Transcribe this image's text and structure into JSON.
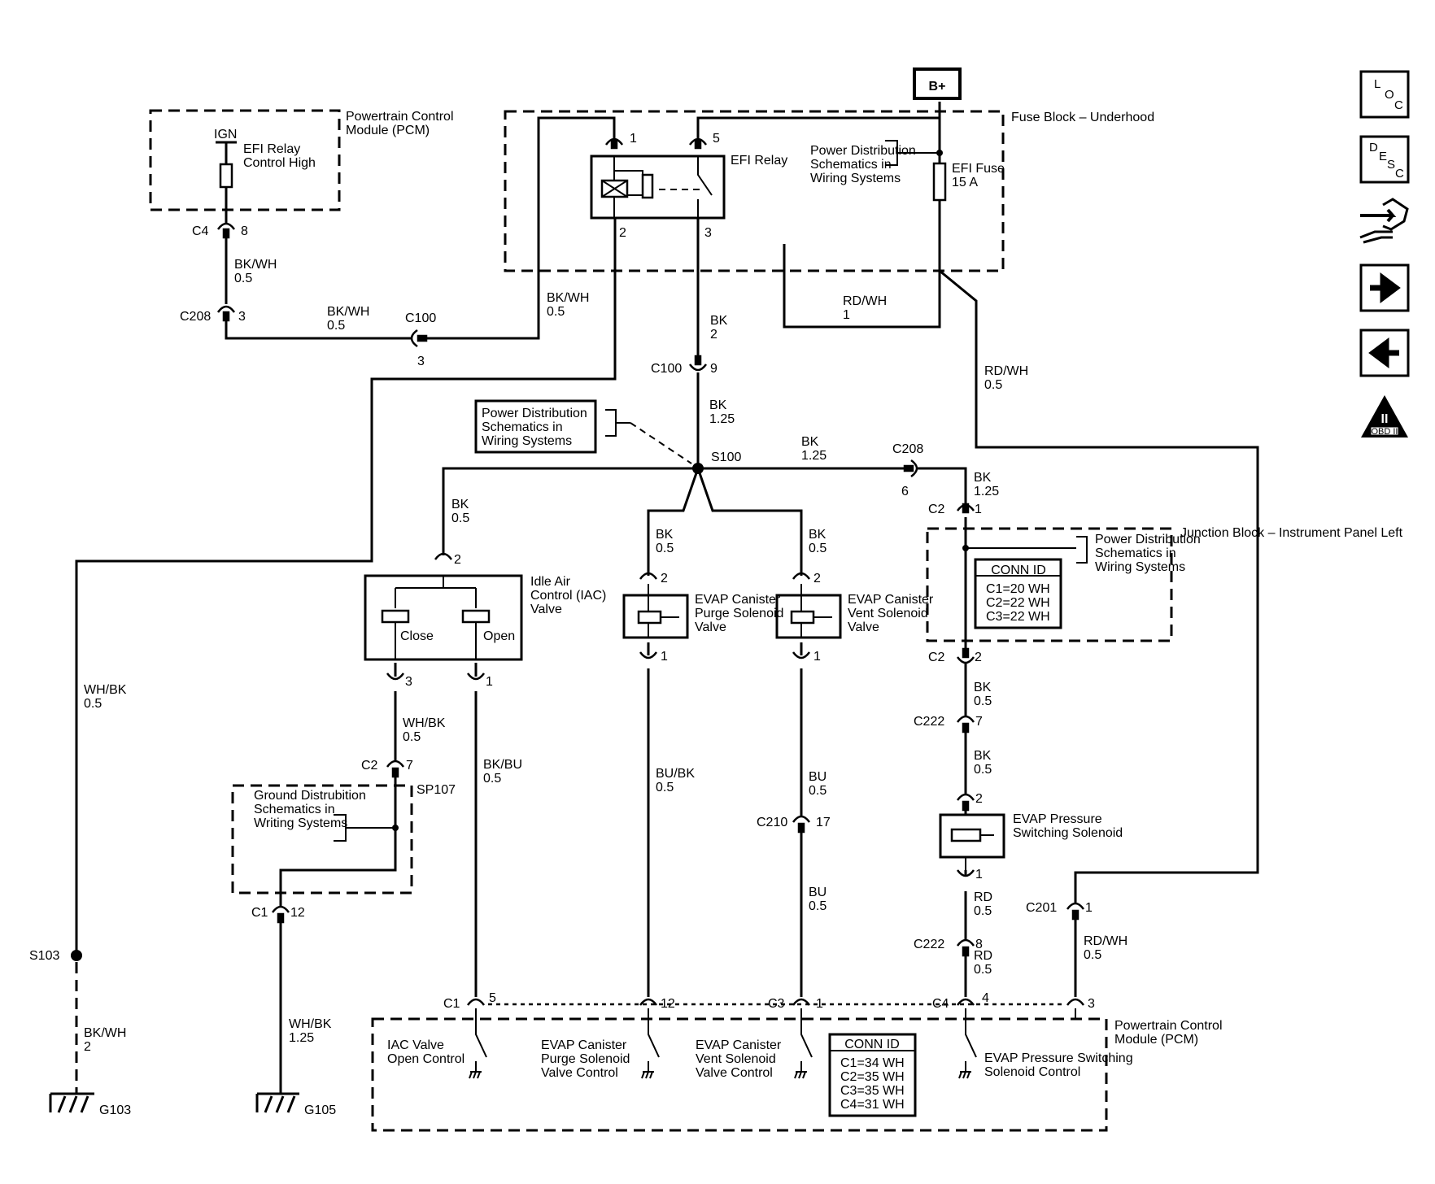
{
  "battery_label": "B+",
  "pcm_top": {
    "title": "Powertrain Control Module (PCM)",
    "ign": "IGN",
    "circuit": "EFI Relay Control High"
  },
  "fuse_block": {
    "title": "Fuse Block – Underhood",
    "relay": "EFI Relay",
    "fuse": "EFI Fuse 15 A",
    "ref": "Power Distribution Schematics in Wiring Systems"
  },
  "power_ref_s100": "Power Distribution Schematics in Wiring Systems",
  "junction_block": {
    "title": "Junction Block – Instrument Panel Left",
    "ref": "Power Distribution Schematics in Wiring Systems",
    "conn_id_title": "CONN ID",
    "conn_ids": [
      "C1=20 WH",
      "C2=22 WH",
      "C3=22 WH"
    ]
  },
  "ground_ref": "Ground Distrubition Schematics in Writing Systems",
  "iac": {
    "name": "Idle Air Control (IAC) Valve",
    "close": "Close",
    "open": "Open"
  },
  "purge": {
    "name": "EVAP Canister Purge Solenoid Valve"
  },
  "vent": {
    "name": "EVAP Canister Vent Solenoid Valve"
  },
  "pressure": {
    "name": "EVAP Pressure Switching Solenoid"
  },
  "pcm_bottom": {
    "title": "Powertrain Control Module (PCM)",
    "iac_open": "IAC Valve Open Control",
    "purge_ctrl": "EVAP Canister Purge Solenoid Valve Control",
    "vent_ctrl": "EVAP Canister Vent Solenoid Valve Control",
    "pressure_ctrl": "EVAP Pressure Switching Solenoid Control",
    "conn_id_title": "CONN ID",
    "conn_ids": [
      "C1=34 WH",
      "C2=35 WH",
      "C3=35 WH",
      "C4=31 WH"
    ]
  },
  "connectors": {
    "c4_top": "C4",
    "c4_top_pin": "8",
    "c208_left": "C208",
    "c208_left_pin": "3",
    "c100_left": "C100",
    "c100_left_pin": "3",
    "relay_pin1": "1",
    "relay_pin5": "5",
    "relay_pin2": "2",
    "relay_pin3": "3",
    "c100_mid": "C100",
    "c100_mid_pin": "9",
    "s100": "S100",
    "c208_right": "C208",
    "c208_right_pin": "6",
    "c2_top": "C2",
    "c2_top_pin": "1",
    "c2_bot": "C2",
    "c2_bot_pin": "2",
    "c222_a": "C222",
    "c222_a_pin": "7",
    "c222_b": "C222",
    "c222_b_pin": "8",
    "c201": "C201",
    "c201_pin": "1",
    "c2_iac": "C2",
    "c2_iac_pin": "7",
    "sp107": "SP107",
    "c1_gnd": "C1",
    "c1_gnd_pin": "12",
    "c210": "C210",
    "c210_pin": "17",
    "s103": "S103",
    "g103": "G103",
    "g105": "G105",
    "iac_pin2": "2",
    "iac_pin3": "3",
    "iac_pin1": "1",
    "purge_pin2": "2",
    "purge_pin1": "1",
    "vent_pin2": "2",
    "vent_pin1": "1",
    "pressure_pin2": "2",
    "pressure_pin1": "1",
    "pcm_c1": "C1",
    "pcm_c1_pin": "5",
    "pcm_purge_pin": "12",
    "pcm_c3": "C3",
    "pcm_c3_pin": "1",
    "pcm_c4": "C4",
    "pcm_c4_pin": "4",
    "pcm_rdwh_pin": "3"
  },
  "wires": {
    "w_c4_c208": [
      "BK/WH",
      "0.5"
    ],
    "w_c208_c100": [
      "BK/WH",
      "0.5"
    ],
    "w_c100_relay": [
      "BK/WH",
      "0.5"
    ],
    "w_relay3_c100": [
      "BK",
      "2"
    ],
    "w_rdwh_1": [
      "RD/WH",
      "1"
    ],
    "w_rdwh_05": [
      "RD/WH",
      "0.5"
    ],
    "w_c100_s100": [
      "BK",
      "1.25"
    ],
    "w_s100_c208": [
      "BK",
      "1.25"
    ],
    "w_c208_c2": [
      "BK",
      "1.25"
    ],
    "w_s100_iac": [
      "BK",
      "0.5"
    ],
    "w_s100_purge": [
      "BK",
      "0.5"
    ],
    "w_s100_vent": [
      "BK",
      "0.5"
    ],
    "w_whbk_long": [
      "WH/BK",
      "0.5"
    ],
    "w_iac3_c2": [
      "WH/BK",
      "0.5"
    ],
    "w_iac1_pcm": [
      "BK/BU",
      "0.5"
    ],
    "w_purge_pcm": [
      "BU/BK",
      "0.5"
    ],
    "w_vent_c210": [
      "BU",
      "0.5"
    ],
    "w_c210_pcm": [
      "BU",
      "0.5"
    ],
    "w_c2_c222": [
      "BK",
      "0.5"
    ],
    "w_c222_press": [
      "BK",
      "0.5"
    ],
    "w_press_c222": [
      "RD",
      "0.5"
    ],
    "w_c222_pcm": [
      "RD",
      "0.5"
    ],
    "w_c201_pcm": [
      "RD/WH",
      "0.5"
    ],
    "w_g103": [
      "BK/WH",
      "2"
    ],
    "w_g105": [
      "WH/BK",
      "1.25"
    ]
  },
  "nav": [
    {
      "icon": "location-icon",
      "text": [
        "L",
        "O",
        "C"
      ]
    },
    {
      "icon": "description-icon",
      "text": [
        "D",
        "E",
        "S",
        "C"
      ]
    },
    {
      "icon": "diagnostic-hand-icon"
    },
    {
      "icon": "next-arrow-icon"
    },
    {
      "icon": "previous-arrow-icon"
    },
    {
      "icon": "obd2-icon",
      "text": [
        "II",
        "OBD II"
      ]
    }
  ]
}
